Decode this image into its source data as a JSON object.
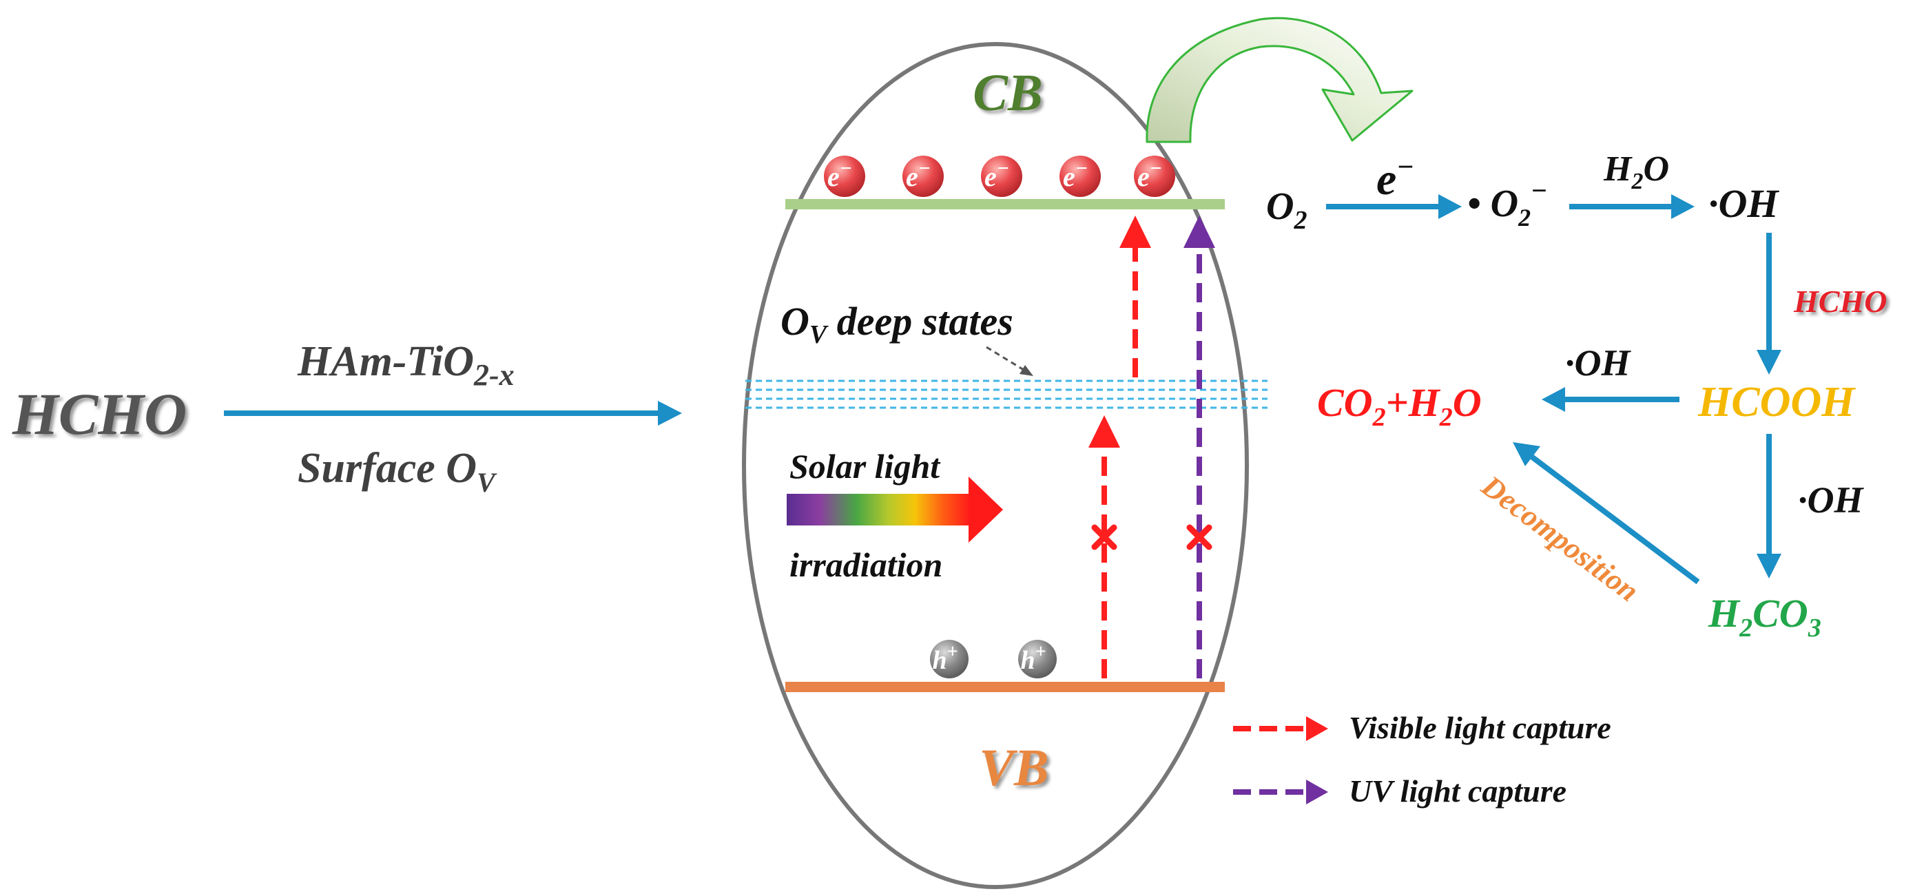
{
  "left": {
    "reactant": "HCHO",
    "catalyst_main": "HAm-TiO",
    "catalyst_sub": "2-x",
    "surface_main": "Surface O",
    "surface_sub": "V"
  },
  "band": {
    "cb": "CB",
    "vb": "VB",
    "electron": "e",
    "electron_sup": "−",
    "hole": "h",
    "hole_sup": "+",
    "ov_main": "O",
    "ov_sub": "V",
    "ov_rest": " deep states",
    "solar_line1": "Solar light",
    "solar_line2": "irradiation"
  },
  "legend": {
    "visible": "Visible light capture",
    "uv": "UV light capture"
  },
  "pathway": {
    "o2_main": "O",
    "o2_sub": "2",
    "e_main": "e",
    "e_sup": "−",
    "radical_dot": "•",
    "superoxide_main": " O",
    "superoxide_sub": "2",
    "superoxide_sup": "−",
    "h2o_a": "H",
    "h2o_sub": "2",
    "h2o_b": "O",
    "oh_top": "·OH",
    "hcho_label": "HCHO",
    "hcooh": "HCOOH",
    "oh_mid": "·OH",
    "co2_a": "CO",
    "co2_sub1": "2",
    "co2_b": "+H",
    "co2_sub2": "2",
    "co2_c": "O",
    "oh_bottom": "·OH",
    "h2co3_a": "H",
    "h2co3_sub1": "2",
    "h2co3_b": "CO",
    "h2co3_sub2": "3",
    "decomposition": "Decomposition"
  },
  "colors": {
    "blue_arrow": "#1b8fc6",
    "cb_band": "#a9cf8a",
    "vb_band": "#e8834a",
    "cb_text": "#4f7f2f",
    "vb_text": "#e8873f",
    "visible_arrow": "#ff1f1f",
    "uv_arrow": "#7030a0",
    "ov_lines": "#41b6e6",
    "electron": "#e8474b",
    "hole": "#7a7a7a",
    "hcooh": "#f5b800",
    "h2co3": "#22a64a",
    "co2": "#ff1a1a",
    "decomposition": "#ef8a3c",
    "curved_arrow": "#38b63a"
  }
}
